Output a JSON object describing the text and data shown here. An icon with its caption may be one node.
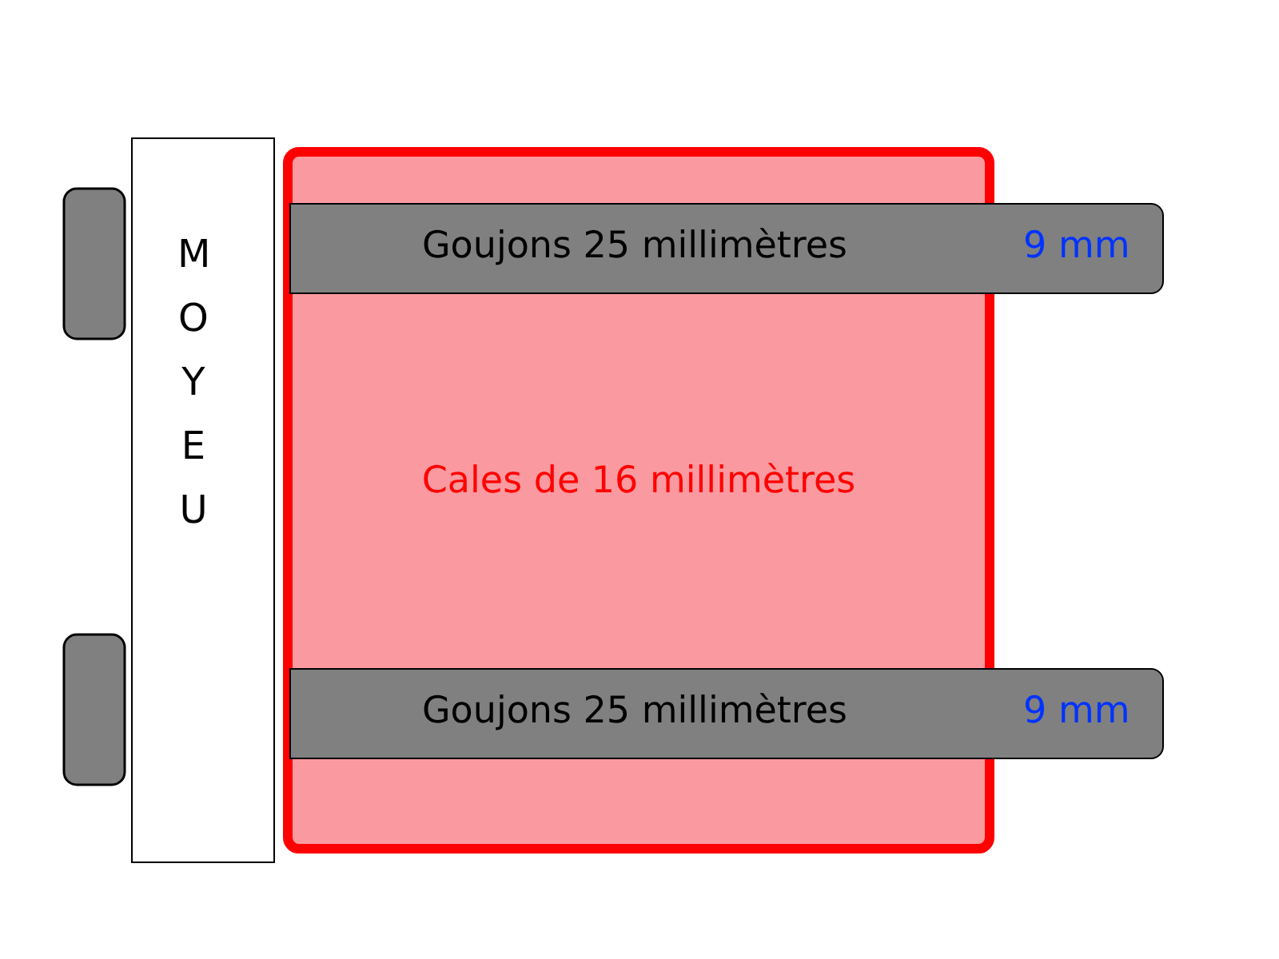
{
  "diagram": {
    "nodes": [
      {
        "text": [
          "MOYEU"
        ]
      },
      {
        "text": [
          "Cales de 16 millimètres"
        ]
      },
      {
        "text": [
          "Goujons 25 millimètres",
          "9 mm"
        ]
      },
      {
        "text": [
          "Goujons 25 millimètres",
          "9 mm"
        ]
      },
      {
        "text": [],
        "shape": "box"
      },
      {
        "text": [],
        "shape": "box"
      }
    ]
  }
}
